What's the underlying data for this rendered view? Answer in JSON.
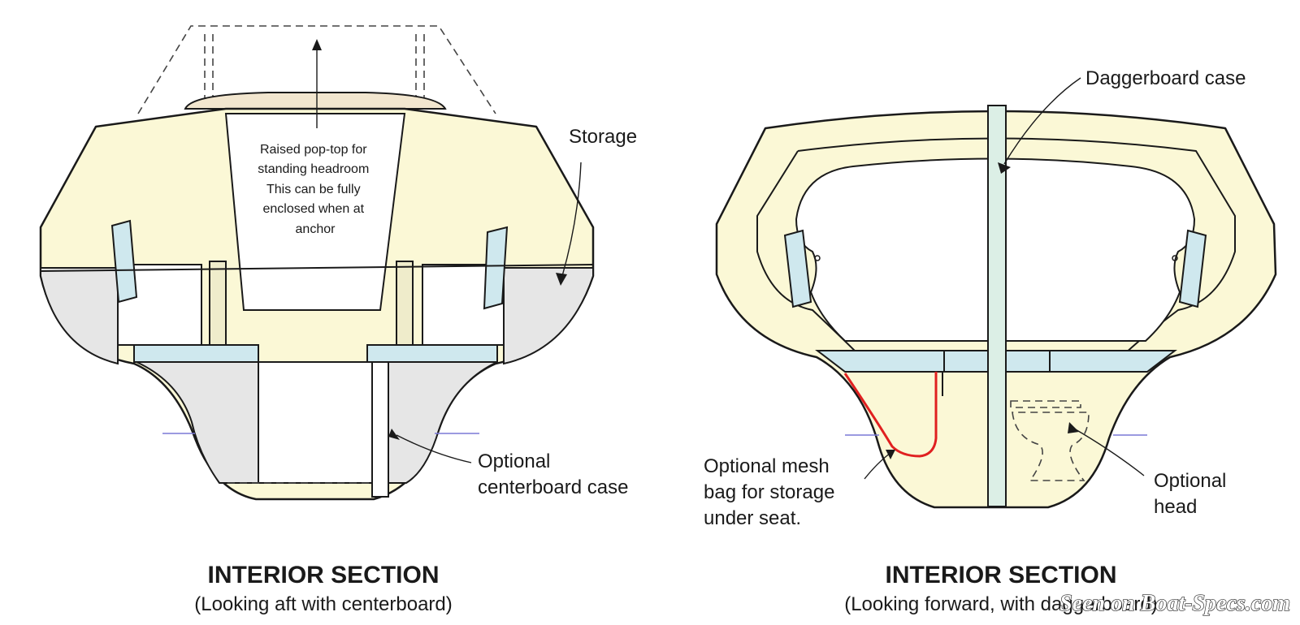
{
  "left_diagram": {
    "popup_note_lines": [
      "Raised pop-top for",
      "standing headroom",
      "This can be fully",
      "enclosed when at",
      "anchor"
    ],
    "storage_label": "Storage",
    "centerboard_label_lines": [
      "Optional",
      "centerboard case"
    ],
    "title": "INTERIOR SECTION",
    "subtitle": "(Looking aft with centerboard)"
  },
  "right_diagram": {
    "daggerboard_label": "Daggerboard case",
    "mesh_bag_label_lines": [
      "Optional mesh",
      "bag for storage",
      "under seat."
    ],
    "head_label_lines": [
      "Optional",
      "head"
    ],
    "title": "INTERIOR SECTION",
    "subtitle": "(Looking forward, with daggerboard)"
  },
  "watermark": "Seen on Boat-Specs.com",
  "colors": {
    "hull_fill": "#fbf8d6",
    "locker_fill": "#e6e6e6",
    "seat_blue": "#cfe8ee",
    "waterline": "#7a78d6",
    "mesh_bag": "#e02020"
  }
}
